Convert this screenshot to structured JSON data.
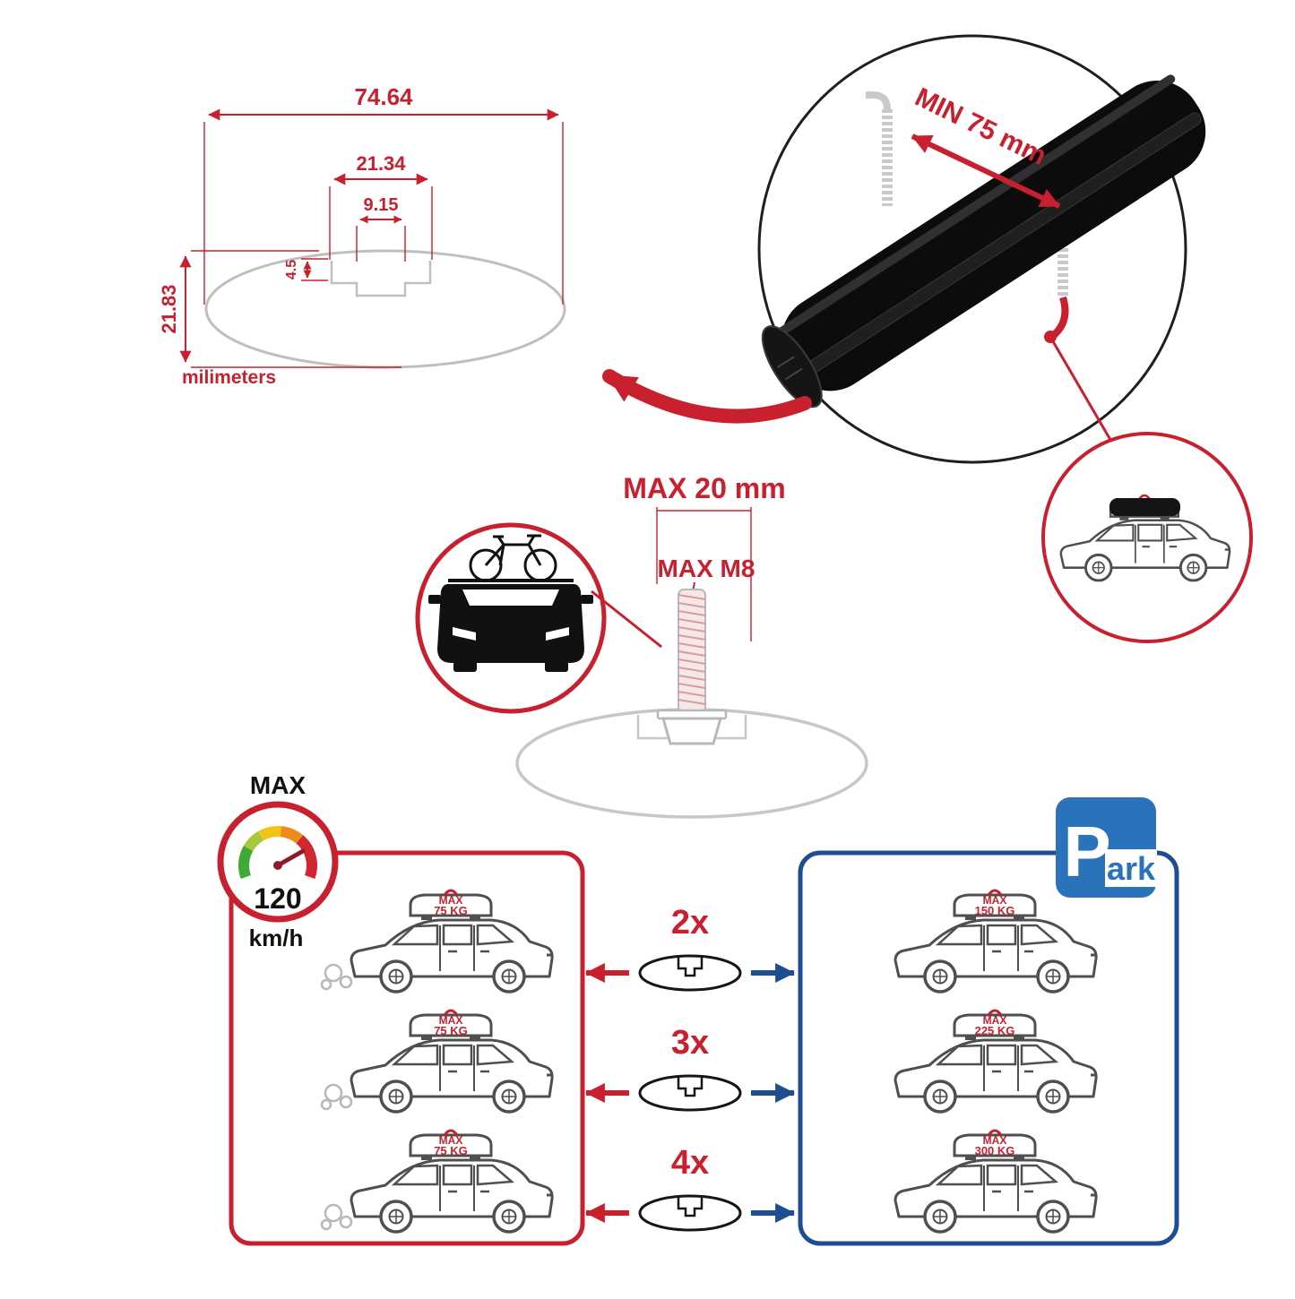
{
  "colors": {
    "red": "#c8202e",
    "blue": "#1d4e91",
    "sign_blue": "#2a72b9",
    "gray_line": "#c7c7c7",
    "dark": "#111111"
  },
  "dimension_diagram": {
    "total_width": "74.64",
    "slot_outer_width": "21.34",
    "slot_inner_width": "9.15",
    "lip_depth": "4.5",
    "total_height": "21.83",
    "unit_label": "milimeters"
  },
  "bar_detail": {
    "min_label": "MIN 75 mm"
  },
  "bolt_diagram": {
    "max_length": "MAX 20 mm",
    "max_thread": "MAX M8"
  },
  "speed_badge": {
    "max": "MAX",
    "value": "120",
    "unit": "km/h"
  },
  "multipliers": {
    "row1": "2x",
    "row2": "3x",
    "row3": "4x"
  },
  "red_panel": {
    "cars": [
      {
        "max": "MAX",
        "weight": "75 KG"
      },
      {
        "max": "MAX",
        "weight": "75 KG"
      },
      {
        "max": "MAX",
        "weight": "75 KG"
      }
    ]
  },
  "blue_panel": {
    "cars": [
      {
        "max": "MAX",
        "weight": "150 KG"
      },
      {
        "max": "MAX",
        "weight": "225 KG"
      },
      {
        "max": "MAX",
        "weight": "300 KG"
      }
    ]
  },
  "park_sign": {
    "p": "P",
    "ark": "ark"
  }
}
